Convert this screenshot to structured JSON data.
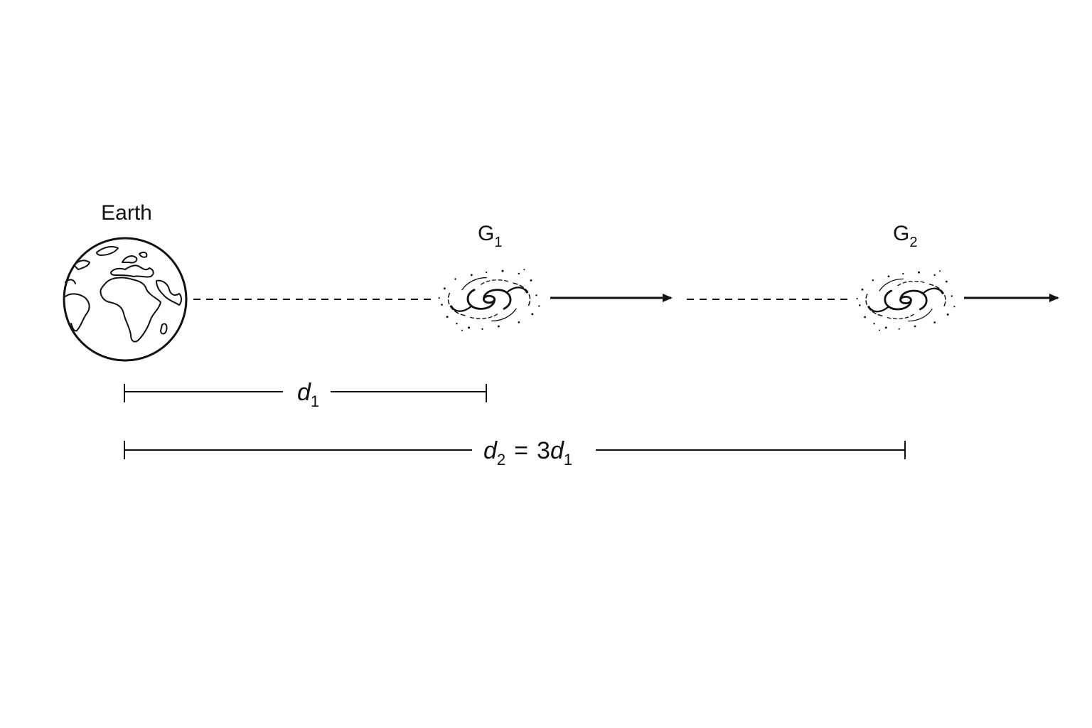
{
  "labels": {
    "earth": "Earth",
    "galaxy1": {
      "base": "G",
      "sub": "1"
    },
    "galaxy2": {
      "base": "G",
      "sub": "2"
    }
  },
  "distances": {
    "d1": {
      "base": "d",
      "sub": "1"
    },
    "d2": {
      "base": "d",
      "sub": "2",
      "equals": "=",
      "coefficient": "3",
      "rhs_base": "d",
      "rhs_sub": "1"
    }
  },
  "icons": {
    "earth": "earth-globe-icon",
    "galaxy": "spiral-galaxy-icon",
    "motion": "arrow-right-icon"
  },
  "colors": {
    "ink": "#111111",
    "background": "#ffffff"
  }
}
